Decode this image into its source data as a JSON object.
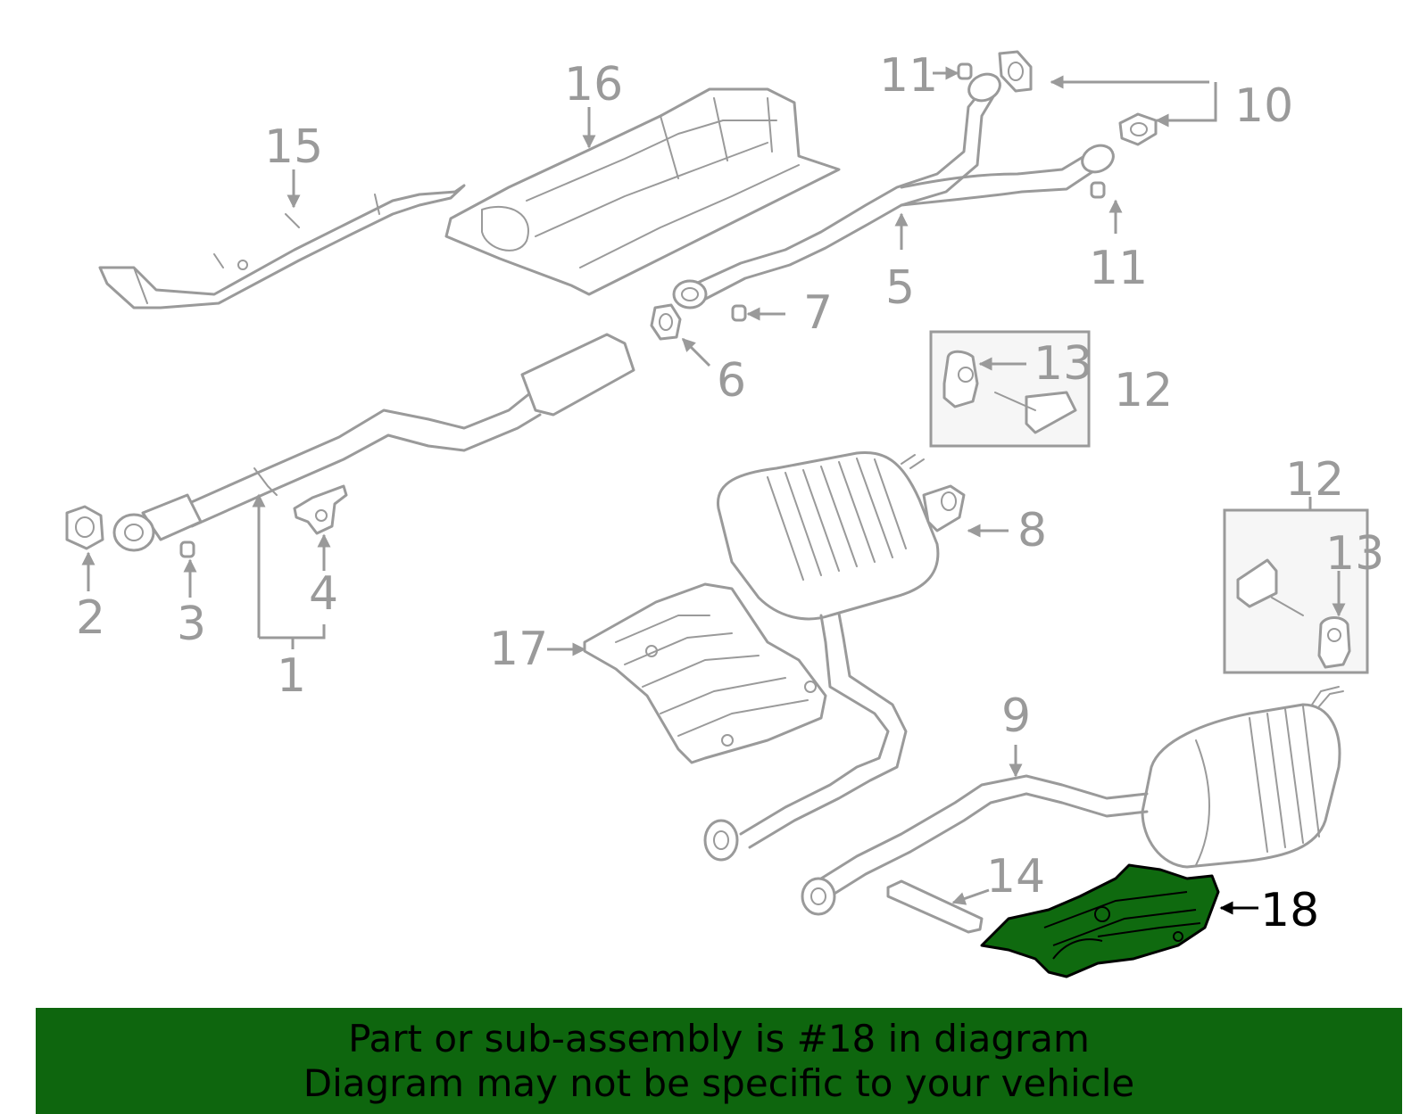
{
  "callouts": {
    "c1": "1",
    "c2": "2",
    "c3": "3",
    "c4": "4",
    "c5": "5",
    "c6": "6",
    "c7": "7",
    "c8": "8",
    "c9": "9",
    "c10": "10",
    "c11a": "11",
    "c11b": "11",
    "c12a": "12",
    "c12b": "12",
    "c13a": "13",
    "c13b": "13",
    "c14": "14",
    "c15": "15",
    "c16": "16",
    "c17": "17",
    "c18": "18"
  },
  "highlight": {
    "part": "18",
    "color": "#0f6a0f"
  },
  "banner": {
    "line1": "Part or sub-assembly is #18 in diagram",
    "line2": "Diagram may not be specific to your vehicle",
    "color": "#0e660e"
  }
}
